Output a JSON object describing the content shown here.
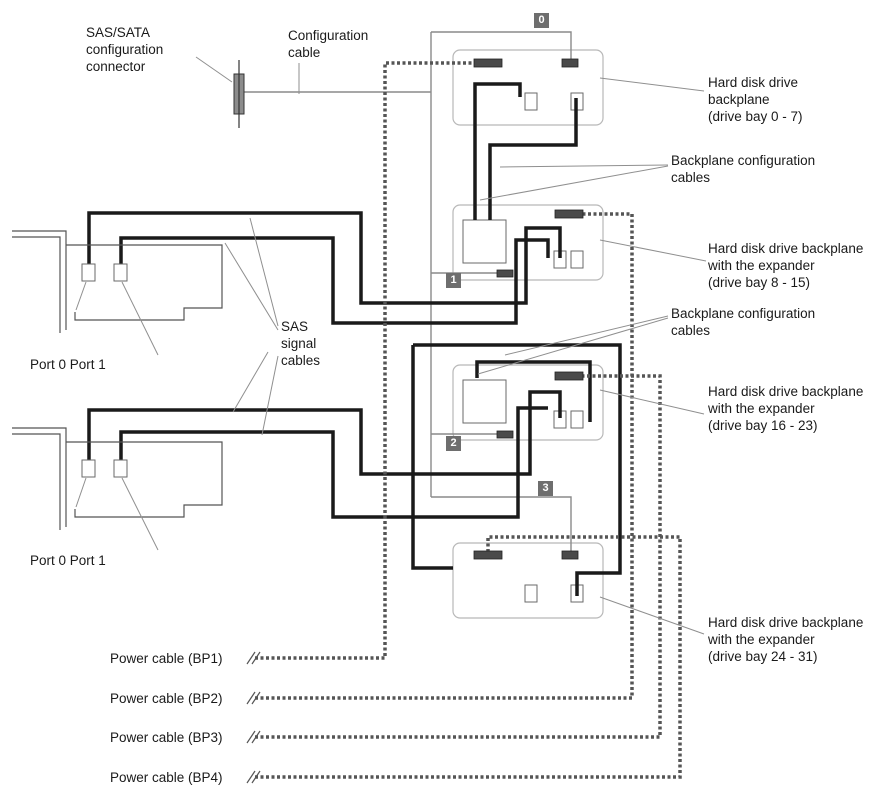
{
  "labels": {
    "sas_sata_connector": "SAS/SATA\nconfiguration\nconnector",
    "configuration_cable": "Configuration\ncable",
    "backplane_0_7": "Hard disk drive\nbackplane\n(drive bay 0 - 7)",
    "backplane_config_cables_1": "Backplane configuration\ncables",
    "backplane_8_15": "Hard disk drive backplane\nwith the expander\n(drive bay 8 - 15)",
    "backplane_config_cables_2": "Backplane configuration\ncables",
    "backplane_16_23": "Hard disk drive backplane\nwith the expander\n(drive bay 16 - 23)",
    "backplane_24_31": "Hard disk drive backplane\nwith the expander\n(drive bay 24 - 31)",
    "sas_signal_cables": "SAS\nsignal\ncables",
    "ports_top": "Port 0 Port 1",
    "ports_bottom": "Port 0 Port 1",
    "power_bp1": "Power cable (BP1)",
    "power_bp2": "Power cable (BP2)",
    "power_bp3": "Power cable (BP3)",
    "power_bp4": "Power cable (BP4)"
  },
  "badges": [
    "0",
    "1",
    "2",
    "3"
  ]
}
